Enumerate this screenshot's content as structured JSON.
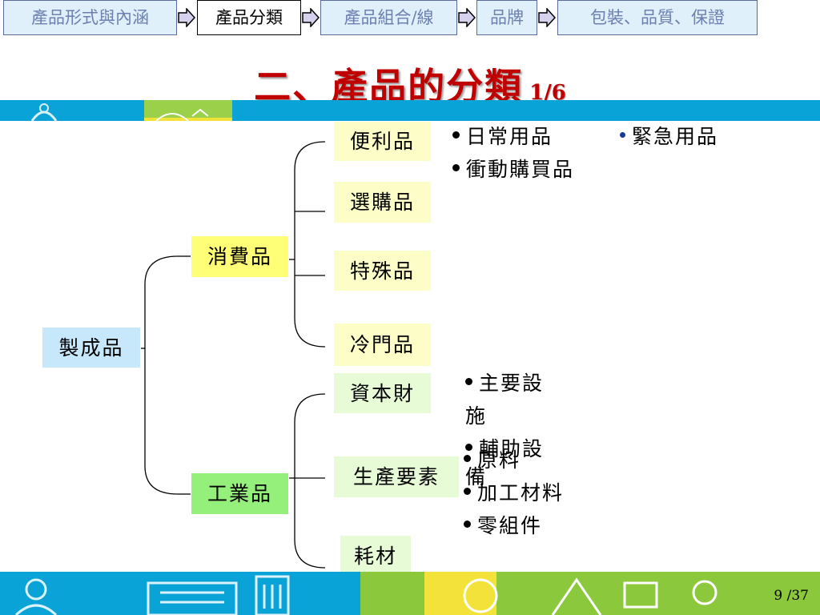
{
  "nav": {
    "tabs": [
      {
        "label": "產品形式與內涵",
        "active": false
      },
      {
        "label": "產品分類",
        "active": true
      },
      {
        "label": "產品組合/線",
        "active": false
      },
      {
        "label": "品牌",
        "active": false
      },
      {
        "label": "包裝、品質、保證",
        "active": false
      }
    ]
  },
  "title": {
    "main": "二、產品的分類",
    "page": "1/6"
  },
  "diagram": {
    "root": "製成品",
    "consumer": {
      "label": "消費品",
      "children": [
        "便利品",
        "選購品",
        "特殊品",
        "冷門品"
      ]
    },
    "industrial": {
      "label": "工業品",
      "children": [
        "資本財",
        "生產要素",
        "耗材"
      ]
    },
    "convenience_notes": {
      "daily": "日常用品",
      "emergency": "緊急用品",
      "impulse": "衝動購買品"
    },
    "capital_notes": {
      "main_facility_1": "主要設",
      "main_facility_2": "施",
      "aux_1": "輔助設",
      "aux_2": "備"
    },
    "production_notes": {
      "raw": "原料",
      "processed": "加工材料",
      "parts": "零組件"
    }
  },
  "footer": {
    "page_indicator": "9 /37"
  },
  "colors": {
    "title_red": "#c00000",
    "band_blue": "#0aa3d8",
    "band_green": "#8cc83c",
    "band_yellow": "#f2e23a"
  }
}
